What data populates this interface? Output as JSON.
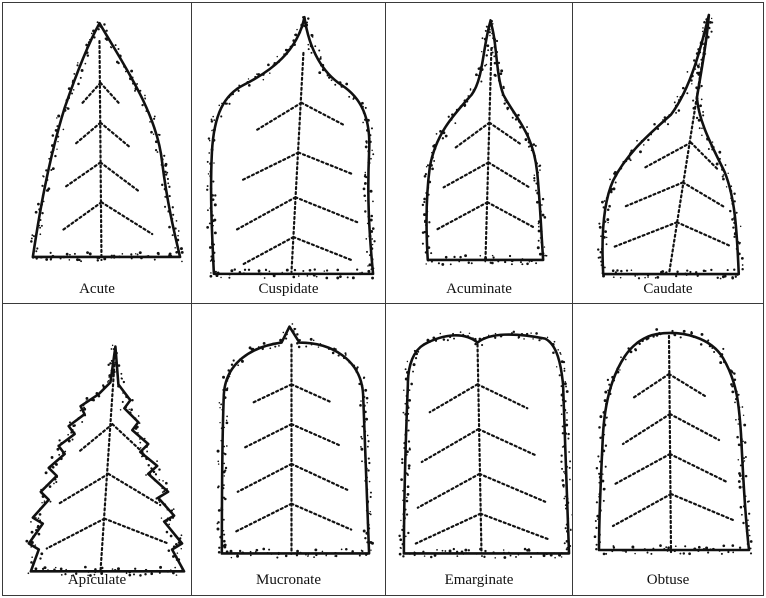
{
  "leaves": [
    {
      "label": "Acute",
      "shape": "acute"
    },
    {
      "label": "Cuspidate",
      "shape": "cuspidate"
    },
    {
      "label": "Acuminate",
      "shape": "acuminate"
    },
    {
      "label": "Caudate",
      "shape": "caudate"
    },
    {
      "label": "Apiculate",
      "shape": "apiculate"
    },
    {
      "label": "Mucronate",
      "shape": "mucronate"
    },
    {
      "label": "Emarginate",
      "shape": "emarginate"
    },
    {
      "label": "Obtuse",
      "shape": "obtuse"
    }
  ],
  "colors": {
    "ink": "#111111",
    "border": "#3a3a3a",
    "background": "#ffffff"
  }
}
